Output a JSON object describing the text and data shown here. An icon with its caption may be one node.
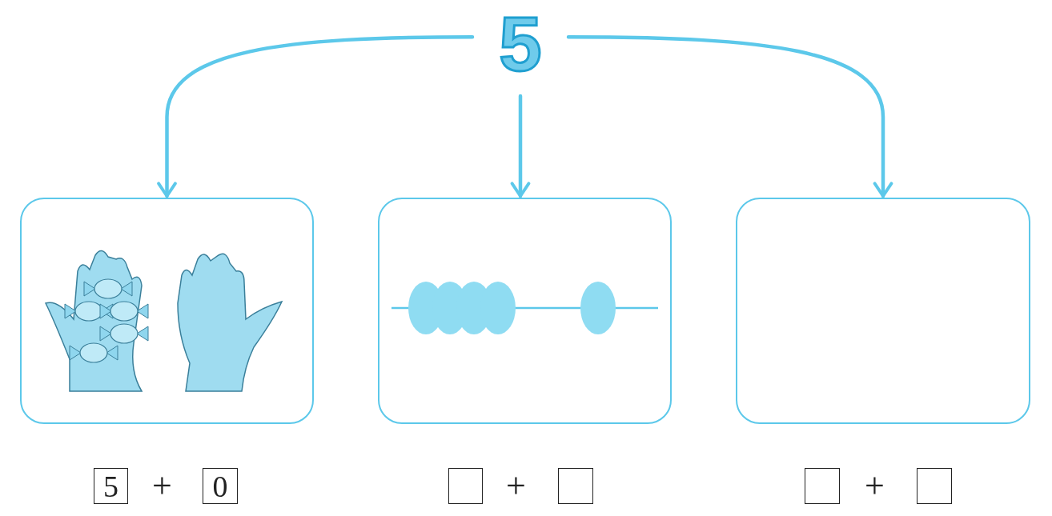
{
  "diagram": {
    "nodes": [
      {
        "text": [
          "5"
        ]
      },
      {
        "text": [],
        "shape": "box"
      },
      {
        "text": [],
        "shape": "box"
      },
      {
        "text": [],
        "shape": "box"
      },
      {
        "text": [
          "5"
        ]
      },
      {
        "text": [
          "0"
        ]
      },
      {
        "text": [],
        "shape": "box"
      },
      {
        "text": [],
        "shape": "box"
      },
      {
        "text": [],
        "shape": "box"
      },
      {
        "text": [],
        "shape": "box"
      }
    ],
    "edges": [
      {
        "from": 0,
        "to": 1,
        "arrow": "to"
      },
      {
        "from": 0,
        "to": 2,
        "arrow": "to"
      },
      {
        "from": 0,
        "to": 3,
        "arrow": "to"
      }
    ],
    "labels": [
      "+",
      "+",
      "+"
    ]
  }
}
